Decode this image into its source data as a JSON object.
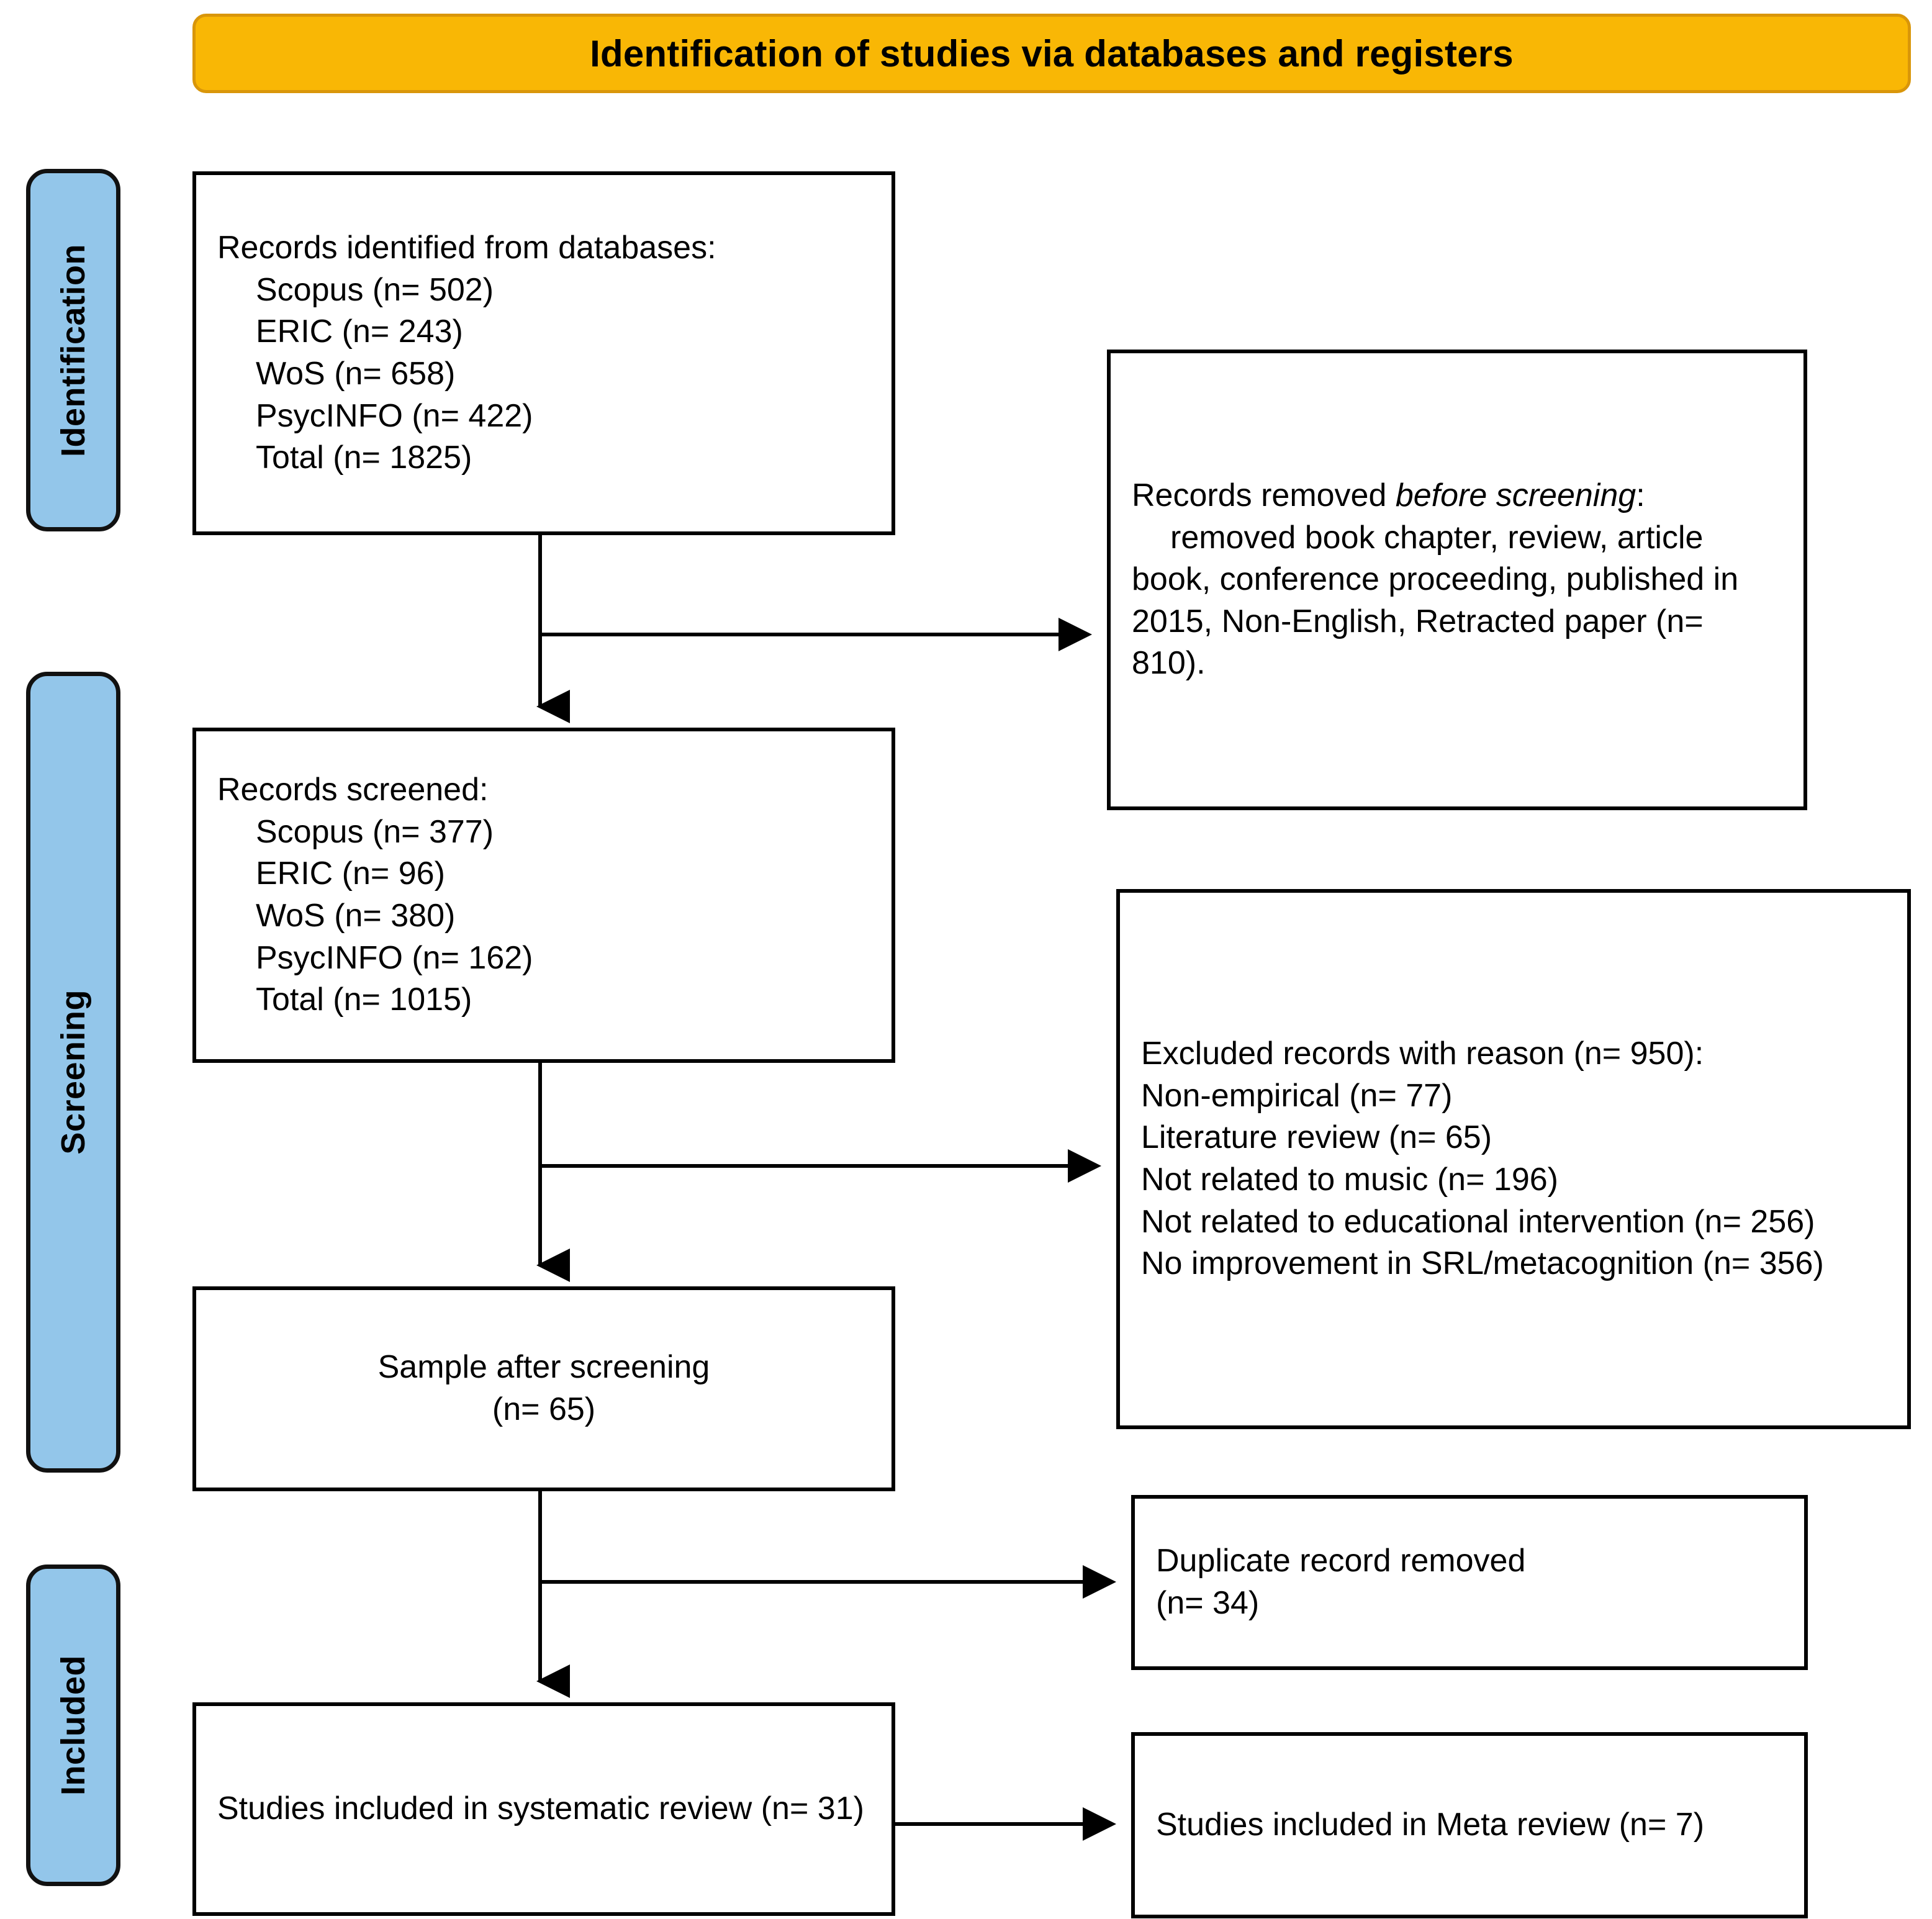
{
  "header": {
    "title": "Identification of studies via databases and registers",
    "background_color": "#F9B705",
    "border_color": "#D9960A"
  },
  "phases": {
    "pill_color": "#93C6EA",
    "items": [
      {
        "id": "identification",
        "label": "Identification"
      },
      {
        "id": "screening",
        "label": "Screening"
      },
      {
        "id": "included",
        "label": "Included"
      }
    ]
  },
  "boxes": {
    "identified": {
      "heading": "Records identified from databases:",
      "lines": [
        "Scopus (n= 502)",
        "ERIC (n= 243)",
        "WoS (n= 658)",
        "PsycINFO (n= 422)",
        "Total (n= 1825)"
      ]
    },
    "removed": {
      "heading_plain": "Records removed ",
      "heading_italic": "before screening",
      "heading_suffix": ":",
      "body": "removed book chapter, review, article book, conference proceeding, published in 2015, Non-English, Retracted paper (n= 810)."
    },
    "screened": {
      "heading": "Records screened:",
      "lines": [
        "Scopus (n= 377)",
        "ERIC (n= 96)",
        "WoS (n= 380)",
        "PsycINFO (n= 162)",
        "Total (n= 1015)"
      ]
    },
    "excluded": {
      "heading": "Excluded records with reason (n= 950):",
      "lines": [
        "Non-empirical (n= 77)",
        "Literature review (n= 65)",
        "Not related to music (n= 196)",
        "Not related to educational intervention (n= 256)",
        "No improvement in SRL/metacognition (n= 356)"
      ]
    },
    "sample": {
      "text": "Sample after screening\n(n= 65)"
    },
    "duplicate": {
      "text": "Duplicate record removed\n(n= 34)"
    },
    "systematic": {
      "text": "Studies included in systematic review (n= 31)"
    },
    "meta": {
      "text": "Studies included in Meta review (n= 7)"
    }
  },
  "chart_data": {
    "type": "diagram",
    "diagram_kind": "PRISMA flow diagram",
    "title": "Identification of studies via databases and registers",
    "phases": [
      "Identification",
      "Screening",
      "Included"
    ],
    "nodes": [
      {
        "id": "identified",
        "phase": "Identification",
        "label": "Records identified from databases",
        "total": 1825,
        "breakdown": {
          "Scopus": 502,
          "ERIC": 243,
          "WoS": 658,
          "PsycINFO": 422
        }
      },
      {
        "id": "removed",
        "phase": "Identification",
        "label": "Records removed before screening",
        "n": 810,
        "reasons": [
          "removed book chapter",
          "review",
          "article book",
          "conference proceeding",
          "published in ≤2015",
          "Non-English",
          "Retracted paper"
        ]
      },
      {
        "id": "screened",
        "phase": "Screening",
        "label": "Records screened",
        "total": 1015,
        "breakdown": {
          "Scopus": 377,
          "ERIC": 96,
          "WoS": 380,
          "PsycINFO": 162
        }
      },
      {
        "id": "excluded",
        "phase": "Screening",
        "label": "Excluded records with reason",
        "n": 950,
        "breakdown": {
          "Non-empirical": 77,
          "Literature review": 65,
          "Not related to music": 196,
          "Not related to educational intervention": 256,
          "No improvement in SRL/metacognition": 356
        }
      },
      {
        "id": "sample",
        "phase": "Screening",
        "label": "Sample after screening",
        "n": 65
      },
      {
        "id": "duplicate",
        "phase": "Included",
        "label": "Duplicate record removed",
        "n": 34
      },
      {
        "id": "systematic",
        "phase": "Included",
        "label": "Studies included in systematic review",
        "n": 31
      },
      {
        "id": "meta",
        "phase": "Included",
        "label": "Studies included in Meta review",
        "n": 7
      }
    ],
    "edges": [
      {
        "from": "identified",
        "to": "screened"
      },
      {
        "from": "identified",
        "to": "removed"
      },
      {
        "from": "screened",
        "to": "sample"
      },
      {
        "from": "screened",
        "to": "excluded"
      },
      {
        "from": "sample",
        "to": "systematic"
      },
      {
        "from": "sample",
        "to": "duplicate"
      },
      {
        "from": "systematic",
        "to": "meta"
      }
    ]
  }
}
